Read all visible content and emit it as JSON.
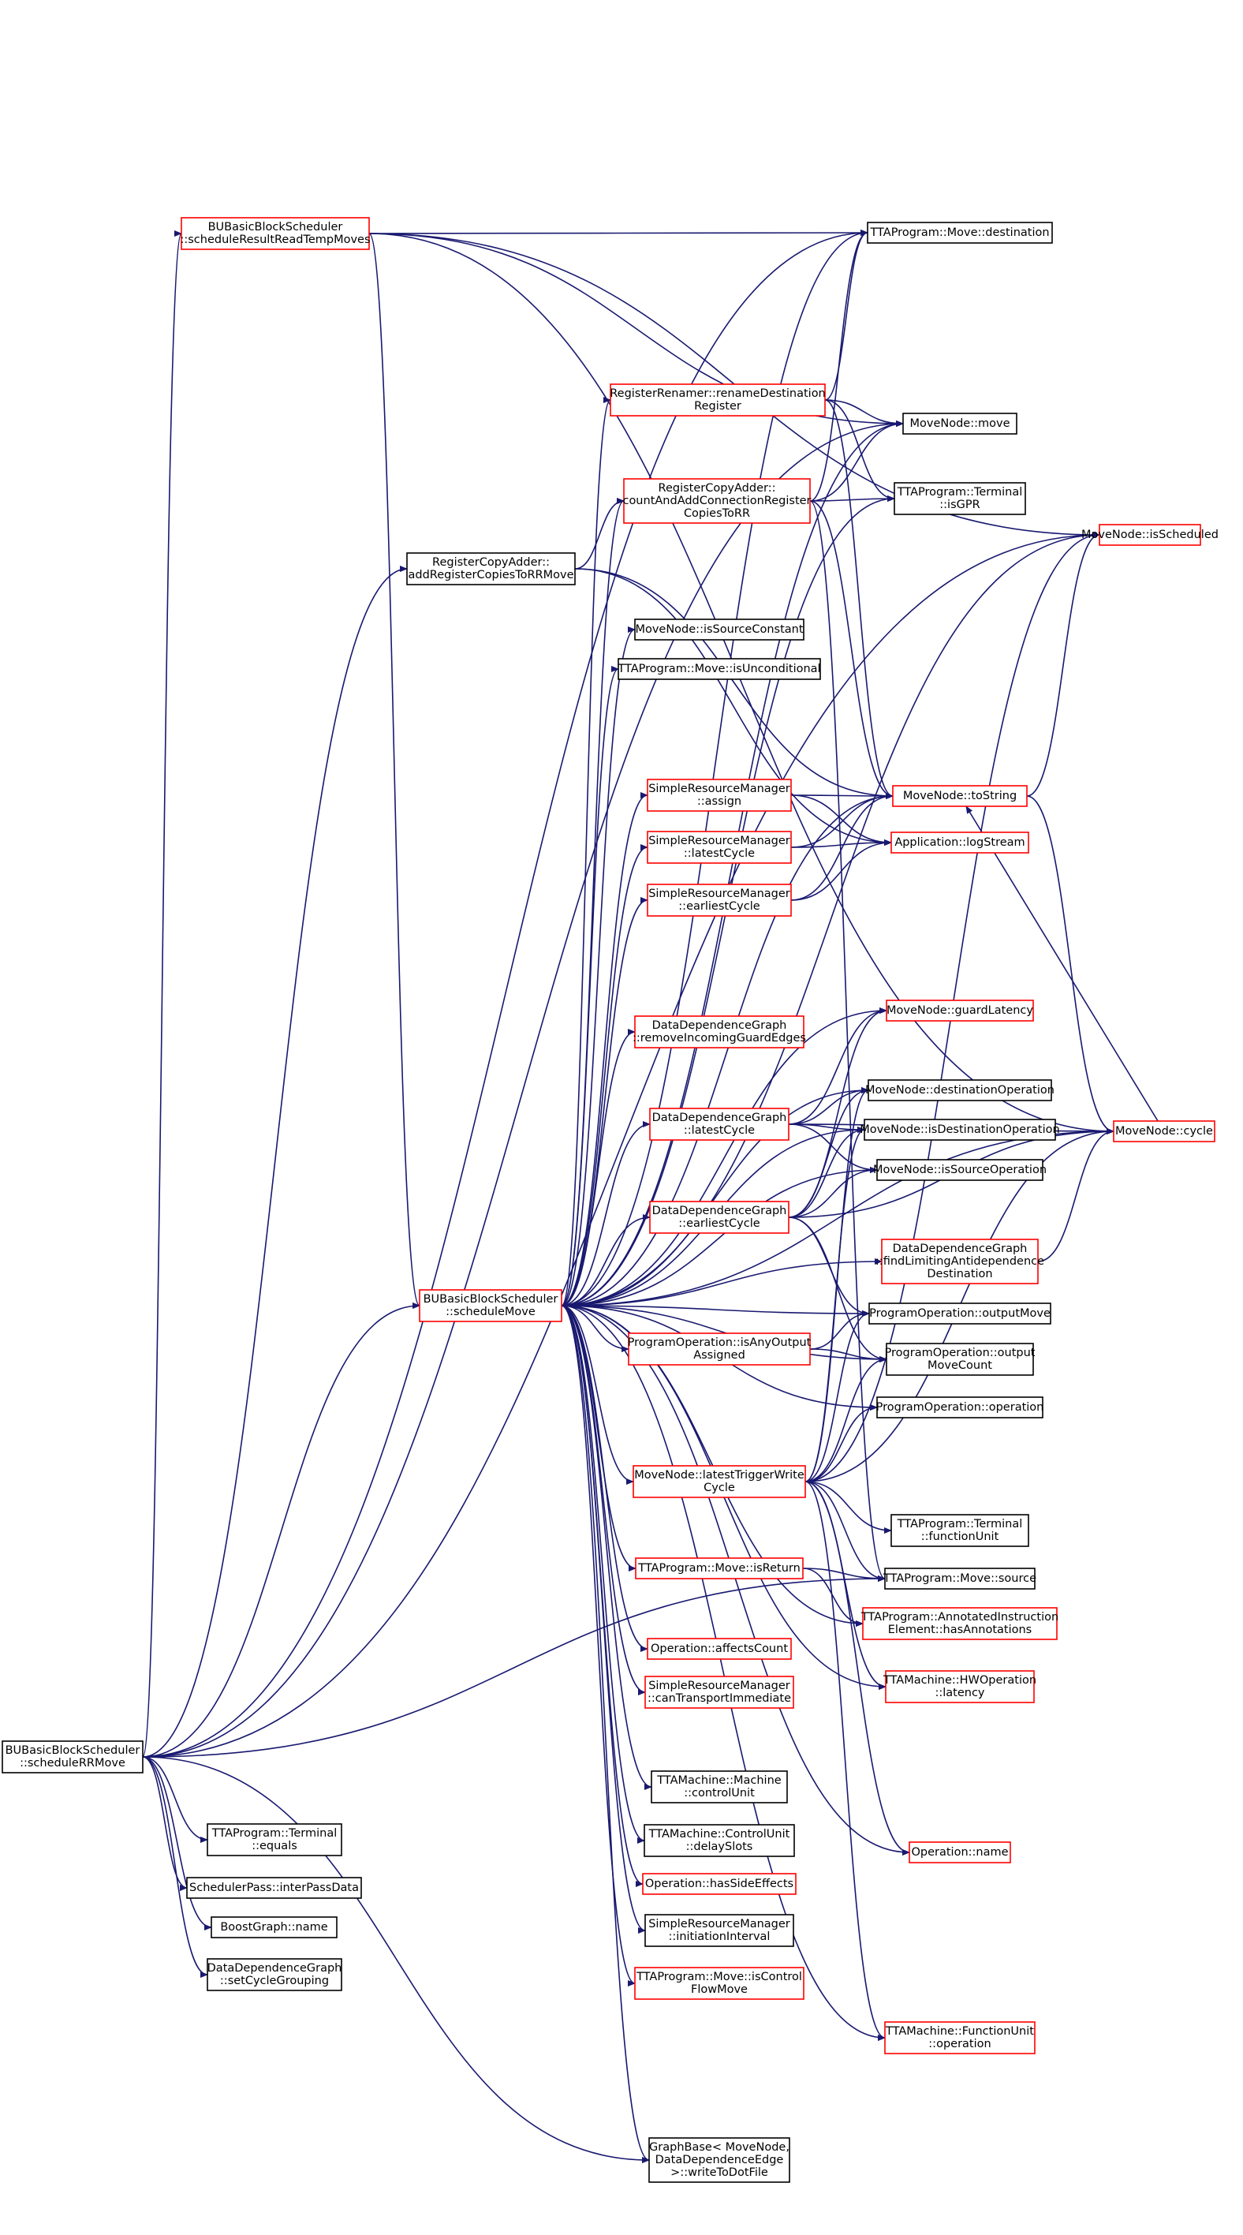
{
  "colors": {
    "edge": "#191970",
    "border_default": "#000000",
    "border_truncated": "#ff0000",
    "root_fill": "#bfbfbf"
  },
  "nodes": [
    {
      "id": "root",
      "lines": [
        "BUBasicBlockScheduler",
        "::scheduleRRMove"
      ],
      "style": "root"
    },
    {
      "id": "schedResultRead",
      "lines": [
        "BUBasicBlockScheduler",
        "::scheduleResultReadTempMoves"
      ],
      "style": "red"
    },
    {
      "id": "addRegCopies",
      "lines": [
        "RegisterCopyAdder::",
        "addRegisterCopiesToRRMove"
      ],
      "style": "black"
    },
    {
      "id": "scheduleMove",
      "lines": [
        "BUBasicBlockScheduler",
        "::scheduleMove"
      ],
      "style": "red"
    },
    {
      "id": "termEquals",
      "lines": [
        "TTAProgram::Terminal",
        "::equals"
      ],
      "style": "black"
    },
    {
      "id": "interPass",
      "lines": [
        "SchedulerPass::interPassData"
      ],
      "style": "black"
    },
    {
      "id": "bgName",
      "lines": [
        "BoostGraph::name"
      ],
      "style": "black"
    },
    {
      "id": "setCycleGrouping",
      "lines": [
        "DataDependenceGraph",
        "::setCycleGrouping"
      ],
      "style": "black"
    },
    {
      "id": "renameDest",
      "lines": [
        "RegisterRenamer::renameDestination",
        "Register"
      ],
      "style": "red"
    },
    {
      "id": "countAndAdd",
      "lines": [
        "RegisterCopyAdder::",
        "countAndAddConnectionRegister",
        "CopiesToRR"
      ],
      "style": "red"
    },
    {
      "id": "isSourceConstant",
      "lines": [
        "MoveNode::isSourceConstant"
      ],
      "style": "black"
    },
    {
      "id": "isUnconditional",
      "lines": [
        "TTAProgram::Move::isUnconditional"
      ],
      "style": "black"
    },
    {
      "id": "srmAssign",
      "lines": [
        "SimpleResourceManager",
        "::assign"
      ],
      "style": "red"
    },
    {
      "id": "srmLatest",
      "lines": [
        "SimpleResourceManager",
        "::latestCycle"
      ],
      "style": "red"
    },
    {
      "id": "srmEarliest",
      "lines": [
        "SimpleResourceManager",
        "::earliestCycle"
      ],
      "style": "red"
    },
    {
      "id": "removeGuard",
      "lines": [
        "DataDependenceGraph",
        "::removeIncomingGuardEdges"
      ],
      "style": "red"
    },
    {
      "id": "ddgLatest",
      "lines": [
        "DataDependenceGraph",
        "::latestCycle"
      ],
      "style": "red"
    },
    {
      "id": "ddgEarliest",
      "lines": [
        "DataDependenceGraph",
        "::earliestCycle"
      ],
      "style": "red"
    },
    {
      "id": "isAnyOutput",
      "lines": [
        "ProgramOperation::isAnyOutput",
        "Assigned"
      ],
      "style": "red"
    },
    {
      "id": "latestTrigger",
      "lines": [
        "MoveNode::latestTriggerWrite",
        "Cycle"
      ],
      "style": "red"
    },
    {
      "id": "isReturn",
      "lines": [
        "TTAProgram::Move::isReturn"
      ],
      "style": "red"
    },
    {
      "id": "affectsCount",
      "lines": [
        "Operation::affectsCount"
      ],
      "style": "red"
    },
    {
      "id": "canTransport",
      "lines": [
        "SimpleResourceManager",
        "::canTransportImmediate"
      ],
      "style": "red"
    },
    {
      "id": "controlUnit",
      "lines": [
        "TTAMachine::Machine",
        "::controlUnit"
      ],
      "style": "black"
    },
    {
      "id": "delaySlots",
      "lines": [
        "TTAMachine::ControlUnit",
        "::delaySlots"
      ],
      "style": "black"
    },
    {
      "id": "hasSideEffects",
      "lines": [
        "Operation::hasSideEffects"
      ],
      "style": "red"
    },
    {
      "id": "initInterval",
      "lines": [
        "SimpleResourceManager",
        "::initiationInterval"
      ],
      "style": "black"
    },
    {
      "id": "isControlFlow",
      "lines": [
        "TTAProgram::Move::isControl",
        "FlowMove"
      ],
      "style": "red"
    },
    {
      "id": "writeToDot",
      "lines": [
        "GraphBase< MoveNode,",
        "DataDependenceEdge",
        ">::writeToDotFile"
      ],
      "style": "black"
    },
    {
      "id": "moveDest",
      "lines": [
        "TTAProgram::Move::destination"
      ],
      "style": "black"
    },
    {
      "id": "mnMove",
      "lines": [
        "MoveNode::move"
      ],
      "style": "black"
    },
    {
      "id": "isGPR",
      "lines": [
        "TTAProgram::Terminal",
        "::isGPR"
      ],
      "style": "black"
    },
    {
      "id": "toString",
      "lines": [
        "MoveNode::toString"
      ],
      "style": "red"
    },
    {
      "id": "logStream",
      "lines": [
        "Application::logStream"
      ],
      "style": "red"
    },
    {
      "id": "guardLatency",
      "lines": [
        "MoveNode::guardLatency"
      ],
      "style": "red"
    },
    {
      "id": "destOp",
      "lines": [
        "MoveNode::destinationOperation"
      ],
      "style": "black"
    },
    {
      "id": "isDestOp",
      "lines": [
        "MoveNode::isDestinationOperation"
      ],
      "style": "black"
    },
    {
      "id": "isSrcOp",
      "lines": [
        "MoveNode::isSourceOperation"
      ],
      "style": "black"
    },
    {
      "id": "findLimiting",
      "lines": [
        "DataDependenceGraph",
        "::findLimitingAntidependence",
        "Destination"
      ],
      "style": "red"
    },
    {
      "id": "outputMove",
      "lines": [
        "ProgramOperation::outputMove"
      ],
      "style": "black"
    },
    {
      "id": "outputMoveCount",
      "lines": [
        "ProgramOperation::output",
        "MoveCount"
      ],
      "style": "black"
    },
    {
      "id": "poOperation",
      "lines": [
        "ProgramOperation::operation"
      ],
      "style": "black"
    },
    {
      "id": "termFU",
      "lines": [
        "TTAProgram::Terminal",
        "::functionUnit"
      ],
      "style": "black"
    },
    {
      "id": "moveSource",
      "lines": [
        "TTAProgram::Move::source"
      ],
      "style": "black"
    },
    {
      "id": "hasAnnotations",
      "lines": [
        "TTAProgram::AnnotatedInstruction",
        "Element::hasAnnotations"
      ],
      "style": "red"
    },
    {
      "id": "hwLatency",
      "lines": [
        "TTAMachine::HWOperation",
        "::latency"
      ],
      "style": "red"
    },
    {
      "id": "opName",
      "lines": [
        "Operation::name"
      ],
      "style": "red"
    },
    {
      "id": "fuOperation",
      "lines": [
        "TTAMachine::FunctionUnit",
        "::operation"
      ],
      "style": "red"
    },
    {
      "id": "isScheduled",
      "lines": [
        "MoveNode::isScheduled"
      ],
      "style": "red"
    },
    {
      "id": "cycle",
      "lines": [
        "MoveNode::cycle"
      ],
      "style": "red"
    }
  ],
  "edges": [
    [
      "root",
      "schedResultRead"
    ],
    [
      "root",
      "addRegCopies"
    ],
    [
      "root",
      "scheduleMove"
    ],
    [
      "root",
      "termEquals"
    ],
    [
      "root",
      "interPass"
    ],
    [
      "root",
      "bgName"
    ],
    [
      "root",
      "setCycleGrouping"
    ],
    [
      "root",
      "writeToDot"
    ],
    [
      "root",
      "moveDest"
    ],
    [
      "root",
      "mnMove"
    ],
    [
      "root",
      "isScheduled"
    ],
    [
      "root",
      "moveSource"
    ],
    [
      "schedResultRead",
      "moveDest"
    ],
    [
      "schedResultRead",
      "mnMove"
    ],
    [
      "schedResultRead",
      "cycle"
    ],
    [
      "schedResultRead",
      "isScheduled"
    ],
    [
      "schedResultRead",
      "scheduleMove"
    ],
    [
      "addRegCopies",
      "countAndAdd"
    ],
    [
      "addRegCopies",
      "toString"
    ],
    [
      "addRegCopies",
      "logStream"
    ],
    [
      "scheduleMove",
      "moveDest"
    ],
    [
      "scheduleMove",
      "mnMove"
    ],
    [
      "scheduleMove",
      "isScheduled"
    ],
    [
      "scheduleMove",
      "renameDest"
    ],
    [
      "scheduleMove",
      "countAndAdd"
    ],
    [
      "scheduleMove",
      "isGPR"
    ],
    [
      "scheduleMove",
      "isSourceConstant"
    ],
    [
      "scheduleMove",
      "isUnconditional"
    ],
    [
      "scheduleMove",
      "toString"
    ],
    [
      "scheduleMove",
      "srmAssign"
    ],
    [
      "scheduleMove",
      "srmLatest"
    ],
    [
      "scheduleMove",
      "srmEarliest"
    ],
    [
      "scheduleMove",
      "guardLatency"
    ],
    [
      "scheduleMove",
      "removeGuard"
    ],
    [
      "scheduleMove",
      "destOp"
    ],
    [
      "scheduleMove",
      "ddgLatest"
    ],
    [
      "scheduleMove",
      "isDestOp"
    ],
    [
      "scheduleMove",
      "isSrcOp"
    ],
    [
      "scheduleMove",
      "ddgEarliest"
    ],
    [
      "scheduleMove",
      "findLimiting"
    ],
    [
      "scheduleMove",
      "outputMove"
    ],
    [
      "scheduleMove",
      "isAnyOutput"
    ],
    [
      "scheduleMove",
      "outputMoveCount"
    ],
    [
      "scheduleMove",
      "poOperation"
    ],
    [
      "scheduleMove",
      "latestTrigger"
    ],
    [
      "scheduleMove",
      "isReturn"
    ],
    [
      "scheduleMove",
      "hasAnnotations"
    ],
    [
      "scheduleMove",
      "affectsCount"
    ],
    [
      "scheduleMove",
      "canTransport"
    ],
    [
      "scheduleMove",
      "cycle"
    ],
    [
      "scheduleMove",
      "controlUnit"
    ],
    [
      "scheduleMove",
      "delaySlots"
    ],
    [
      "scheduleMove",
      "hasSideEffects"
    ],
    [
      "scheduleMove",
      "initInterval"
    ],
    [
      "scheduleMove",
      "isControlFlow"
    ],
    [
      "scheduleMove",
      "hwLatency"
    ],
    [
      "scheduleMove",
      "opName"
    ],
    [
      "scheduleMove",
      "fuOperation"
    ],
    [
      "scheduleMove",
      "writeToDot"
    ],
    [
      "renameDest",
      "moveDest"
    ],
    [
      "renameDest",
      "mnMove"
    ],
    [
      "renameDest",
      "isGPR"
    ],
    [
      "renameDest",
      "toString"
    ],
    [
      "countAndAdd",
      "mnMove"
    ],
    [
      "countAndAdd",
      "moveDest"
    ],
    [
      "countAndAdd",
      "isGPR"
    ],
    [
      "countAndAdd",
      "toString"
    ],
    [
      "countAndAdd",
      "moveSource"
    ],
    [
      "srmAssign",
      "toString"
    ],
    [
      "srmAssign",
      "logStream"
    ],
    [
      "srmLatest",
      "toString"
    ],
    [
      "srmLatest",
      "logStream"
    ],
    [
      "srmEarliest",
      "toString"
    ],
    [
      "srmEarliest",
      "logStream"
    ],
    [
      "toString",
      "isScheduled"
    ],
    [
      "toString",
      "cycle"
    ],
    [
      "cycle",
      "toString"
    ],
    [
      "ddgLatest",
      "guardLatency"
    ],
    [
      "ddgLatest",
      "destOp"
    ],
    [
      "ddgLatest",
      "isDestOp"
    ],
    [
      "ddgLatest",
      "isSrcOp"
    ],
    [
      "ddgLatest",
      "cycle"
    ],
    [
      "ddgEarliest",
      "guardLatency"
    ],
    [
      "ddgEarliest",
      "destOp"
    ],
    [
      "ddgEarliest",
      "isDestOp"
    ],
    [
      "ddgEarliest",
      "isSrcOp"
    ],
    [
      "ddgEarliest",
      "cycle"
    ],
    [
      "ddgEarliest",
      "outputMove"
    ],
    [
      "ddgEarliest",
      "outputMoveCount"
    ],
    [
      "findLimiting",
      "cycle"
    ],
    [
      "isAnyOutput",
      "outputMove"
    ],
    [
      "isAnyOutput",
      "outputMoveCount"
    ],
    [
      "latestTrigger",
      "isDestOp"
    ],
    [
      "latestTrigger",
      "destOp"
    ],
    [
      "latestTrigger",
      "outputMove"
    ],
    [
      "latestTrigger",
      "outputMoveCount"
    ],
    [
      "latestTrigger",
      "poOperation"
    ],
    [
      "latestTrigger",
      "termFU"
    ],
    [
      "latestTrigger",
      "moveSource"
    ],
    [
      "latestTrigger",
      "hwLatency"
    ],
    [
      "latestTrigger",
      "opName"
    ],
    [
      "latestTrigger",
      "fuOperation"
    ],
    [
      "latestTrigger",
      "isScheduled"
    ],
    [
      "latestTrigger",
      "cycle"
    ],
    [
      "isReturn",
      "moveSource"
    ],
    [
      "isReturn",
      "hasAnnotations"
    ]
  ]
}
